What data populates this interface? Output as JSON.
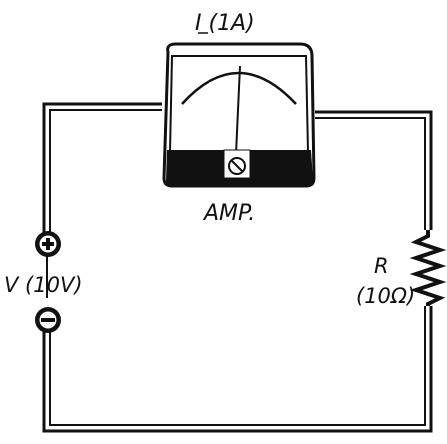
{
  "diagram": {
    "current_label": "I (1A)",
    "meter_label": "AMP.",
    "voltage_label": "V (10V)",
    "resistor_label": "R",
    "resistance_label": "(10Ω)"
  },
  "colors": {
    "ink": "#111111",
    "background": "#ffffff",
    "meter_face": "#ffffff"
  },
  "icons": {
    "battery_positive": "plus-in-circle",
    "battery_negative": "minus-in-circle",
    "resistor": "zigzag",
    "ammeter": "analog-meter"
  }
}
